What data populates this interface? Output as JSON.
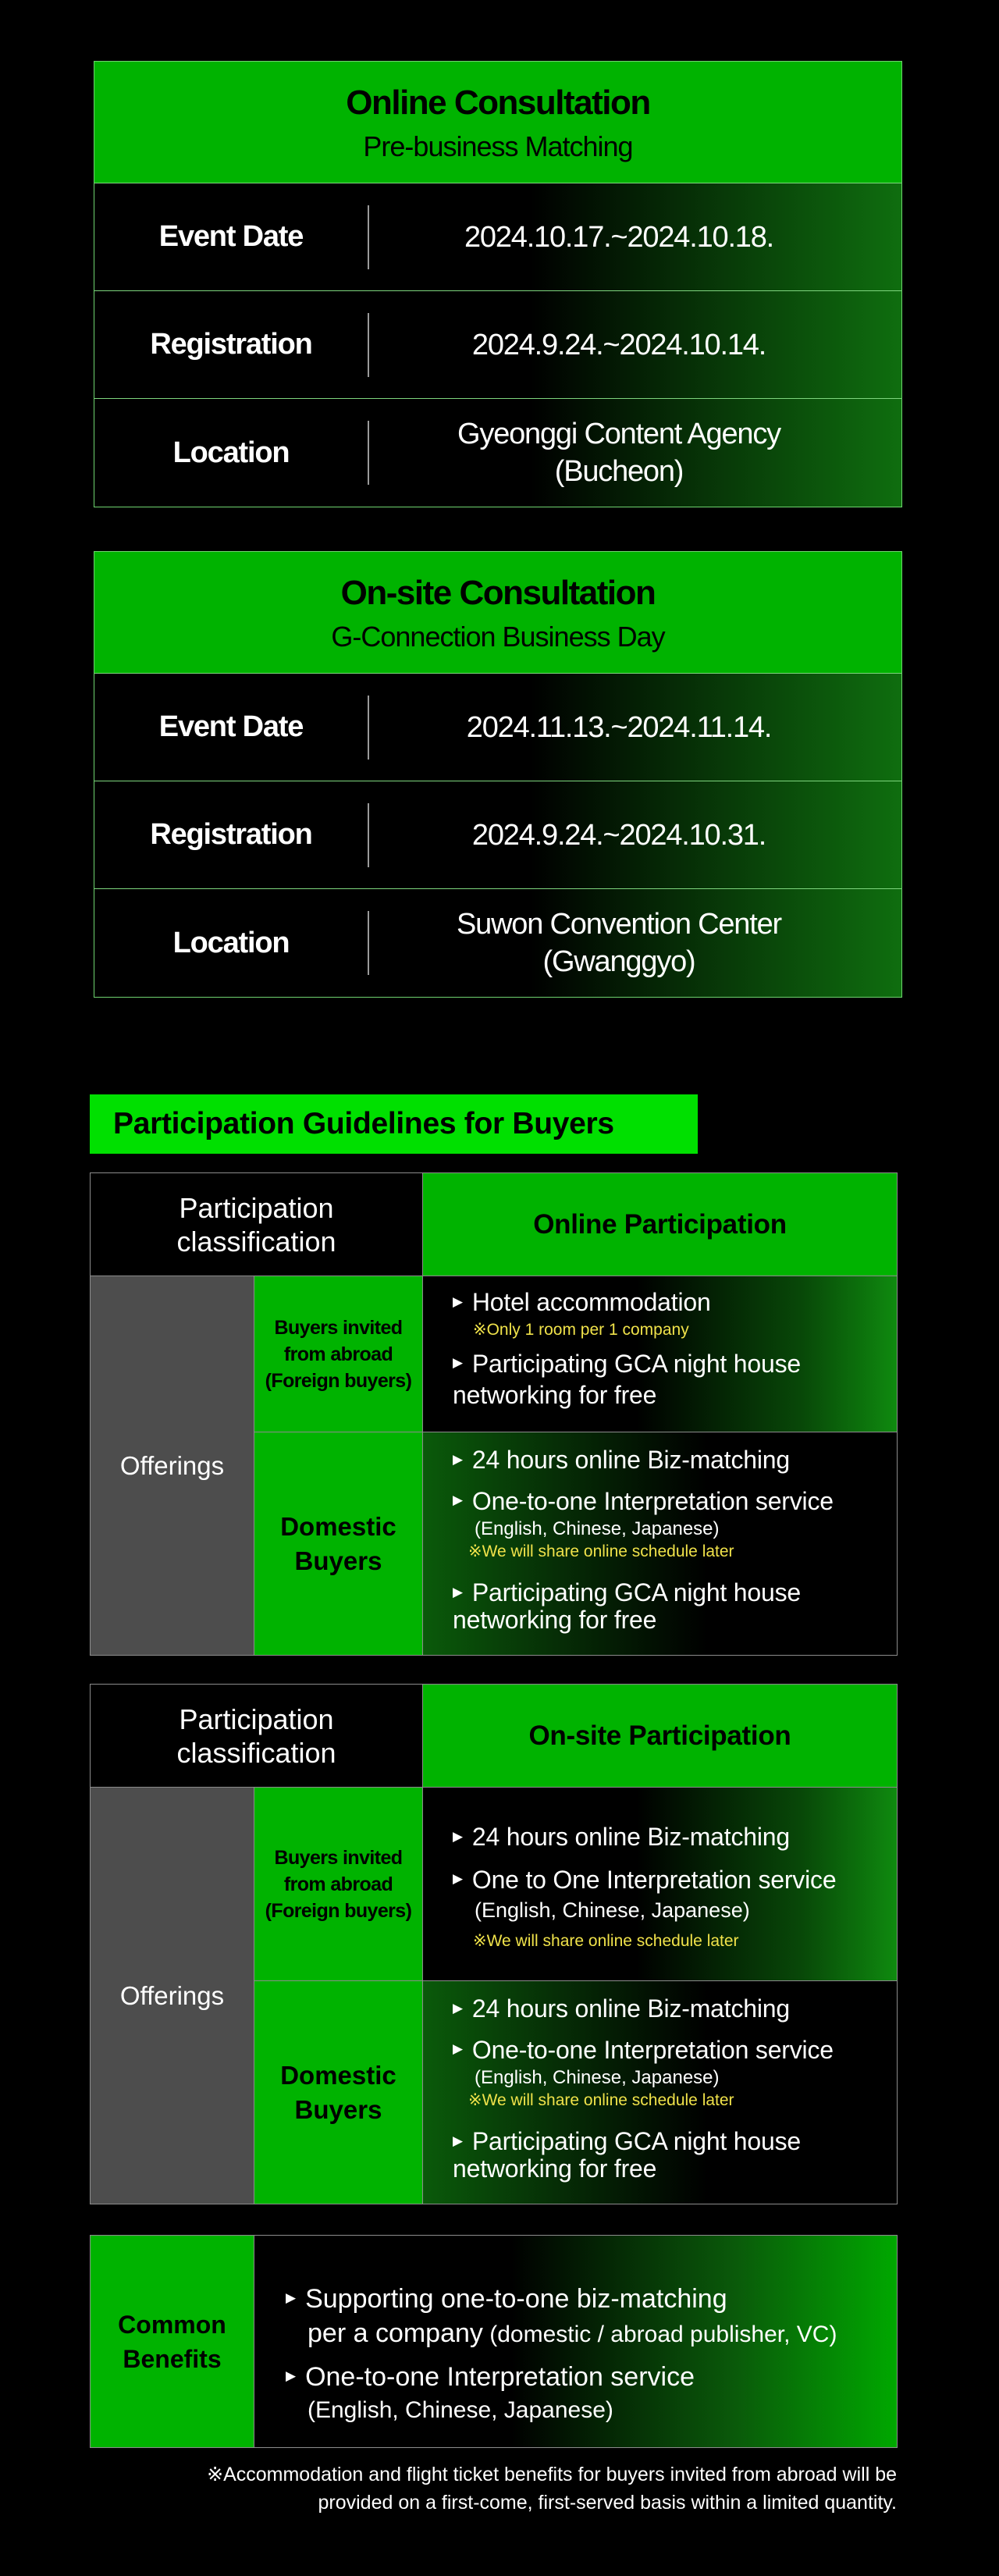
{
  "events": [
    {
      "title": "Online Consultation",
      "subtitle": "Pre-business Matching",
      "rows": [
        {
          "label": "Event Date",
          "value": "2024.10.17.~2024.10.18."
        },
        {
          "label": "Registration",
          "value": "2024.9.24.~2024.10.14."
        },
        {
          "label": "Location",
          "value": "Gyeonggi Content Agency\n(Bucheon)"
        }
      ]
    },
    {
      "title": "On-site Consultation",
      "subtitle": "G-Connection Business Day",
      "rows": [
        {
          "label": "Event Date",
          "value": "2024.11.13.~2024.11.14."
        },
        {
          "label": "Registration",
          "value": "2024.9.24.~2024.10.31."
        },
        {
          "label": "Location",
          "value": "Suwon Convention Center\n(Gwanggyo)"
        }
      ]
    }
  ],
  "guidelines_title": "Participation Guidelines for Buyers",
  "arrow_glyph": "▶",
  "tables": [
    {
      "classification": "Participation\nclassification",
      "header": "Online Participation",
      "offerings": "Offerings",
      "rows": [
        {
          "category": "Buyers invited\nfrom abroad\n(Foreign buyers)",
          "bullets": [
            {
              "text": "Hotel accommodation",
              "sub": "",
              "note": "※Only 1 room per 1 company"
            },
            {
              "text": "Participating GCA night house\n networking for free",
              "sub": "",
              "note": ""
            }
          ]
        },
        {
          "category": "Domestic\nBuyers",
          "bullets": [
            {
              "text": "24 hours online Biz-matching",
              "sub": "",
              "note": ""
            },
            {
              "text": "One-to-one Interpretation service",
              "sub": "(English, Chinese, Japanese)",
              "note": "※We will share online schedule later"
            },
            {
              "text": "Participating GCA night house\n networking for free",
              "sub": "",
              "note": ""
            }
          ]
        }
      ]
    },
    {
      "classification": "Participation\nclassification",
      "header": "On-site Participation",
      "offerings": "Offerings",
      "rows": [
        {
          "category": "Buyers invited\nfrom abroad\n(Foreign buyers)",
          "bullets": [
            {
              "text": "24 hours online Biz-matching",
              "sub": "",
              "note": ""
            },
            {
              "text": "One to One Interpretation service",
              "sub": "(English, Chinese, Japanese)",
              "note": "※We will share online schedule later"
            }
          ]
        },
        {
          "category": "Domestic\nBuyers",
          "bullets": [
            {
              "text": "24 hours online Biz-matching",
              "sub": "",
              "note": ""
            },
            {
              "text": "One-to-one Interpretation service",
              "sub": "(English, Chinese, Japanese)",
              "note": "※We will share online schedule later"
            },
            {
              "text": "Participating GCA night house\n networking for free",
              "sub": "",
              "note": ""
            }
          ]
        }
      ]
    }
  ],
  "common": {
    "label": "Common\nBenefits",
    "b1_main": "Supporting one-to-one biz-matching",
    "b1_line2": "per a company",
    "b1_small": " (domestic / abroad publisher, VC)",
    "b2_main": "One-to-one Interpretation service",
    "b2_sub": "(English, Chinese, Japanese)"
  },
  "footnote": "※Accommodation and flight ticket benefits for buyers invited from abroad will be\nprovided on a first-come, first-served basis within a limited quantity."
}
